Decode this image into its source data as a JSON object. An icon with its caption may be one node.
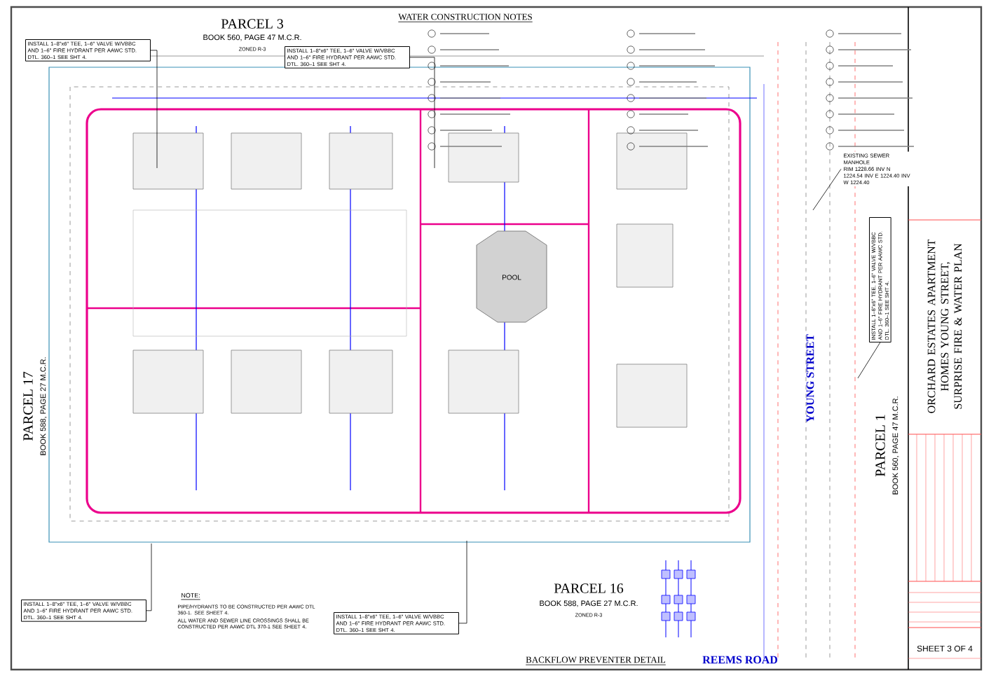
{
  "diagram": {
    "title": "ORCHARD ESTATES APARTMENT HOMES YOUNG STREET, SURPRISE FIRE & WATER PLAN",
    "nodes": [
      {
        "text": [
          "INSTALL 1–8\"x6\" TEE, 1–6\" VALVE W/VBBC AND 1–6\" FIRE HYDRANT PER AAWC STD. DTL. 360–1 SEE SHT 4."
        ]
      },
      {
        "text": [
          "INSTALL 1–8\"x6\" TEE, 1–6\" VALVE W/VBBC AND 1–6\" FIRE HYDRANT PER AAWC STD. DTL. 360–1 SEE SHT 4."
        ]
      },
      {
        "text": [
          "INSTALL 1–8\"x6\" TEE, 1–6\" VALVE W/VBBC AND 1–6\" FIRE HYDRANT PER AAWC STD. DTL. 360–1 SEE SHT 4."
        ]
      },
      {
        "text": [
          "INSTALL 1–8\"x6\" TEE, 1–6\" VALVE W/VBBC AND 1–6\" FIRE HYDRANT PER AAWC STD. DTL. 360–1 SEE SHT 4."
        ]
      },
      {
        "text": [
          "INSTALL 1–8\"x6\" TEE, 1–6\" VALVE W/VBBC AND 1–6\" FIRE HYDRANT PER AAWC STD. DTL. 360–1 SEE SHT 4."
        ]
      },
      {
        "text": [
          "EXISTING SEWER MANHOLE",
          "RIM 1228.66 INV N 1224.54 INV E 1224.40 INV W 1224.40"
        ]
      }
    ],
    "edges": [
      {
        "from": 0,
        "to": null,
        "arrow": "none"
      },
      {
        "from": 1,
        "to": null,
        "arrow": "none"
      },
      {
        "from": 2,
        "to": null,
        "arrow": "none"
      },
      {
        "from": 3,
        "to": null,
        "arrow": "none"
      },
      {
        "from": 4,
        "to": null,
        "arrow": "none"
      },
      {
        "from": 5,
        "to": null,
        "arrow": "none"
      }
    ],
    "labels": [
      "PARCEL 3",
      "BOOK 560, PAGE 47 M.C.R.",
      "ZONED R-3",
      "WATER CONSTRUCTION NOTES",
      "PARCEL 17",
      "BOOK 588, PAGE 27 M.C.R.",
      "POOL",
      "YOUNG STREET",
      "PARCEL 1",
      "BOOK 560, PAGE 47 M.C.R.",
      "NOTE:",
      "PIPE/HYDRANTS TO BE CONSTRUCTED PER AAWC DTL 360-1. SEE SHEET 4.",
      "ALL WATER AND SEWER LINE CROSSINGS SHALL BE CONSTRUCTED PER AAWC DTL 370-1 SEE SHEET 4.",
      "PARCEL 16",
      "BOOK 588, PAGE 27 M.C.R.",
      "ZONED R-3",
      "BACKFLOW PREVENTER DETAIL",
      "REEMS ROAD",
      "SHEET 3 OF 4"
    ]
  }
}
